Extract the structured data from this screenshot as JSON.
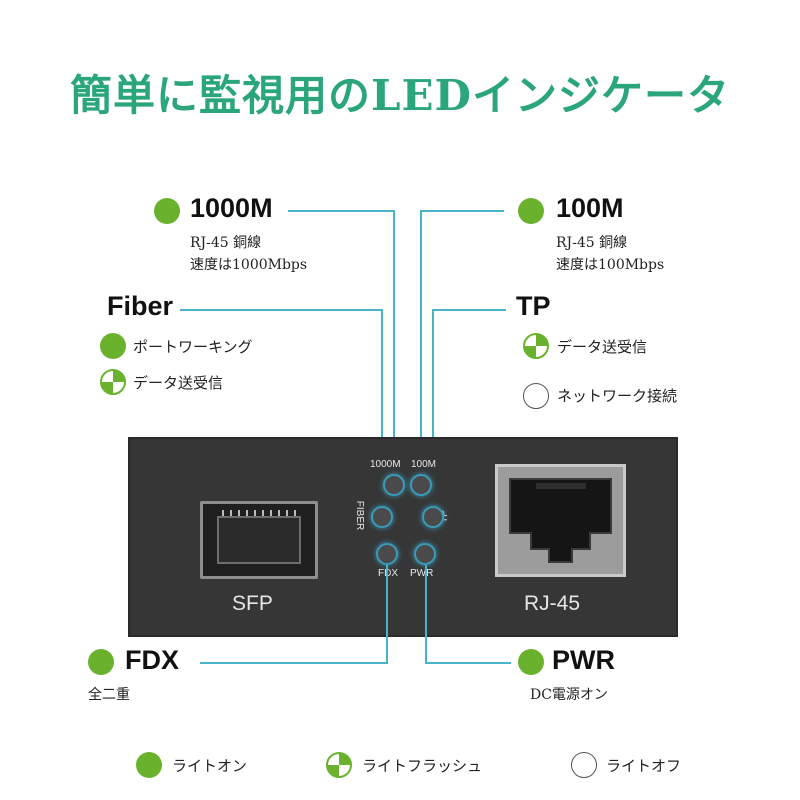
{
  "title": "簡単に監視用のLEDインジケータ",
  "led_1000m": {
    "name": "1000M",
    "line1": "RJ-45 銅線",
    "line2": "速度は1000Mbps",
    "state": "on"
  },
  "led_100m": {
    "name": "100M",
    "line1": "RJ-45 銅線",
    "line2": "速度は100Mbps",
    "state": "on"
  },
  "fiber": {
    "name": "Fiber",
    "states": [
      {
        "state": "on",
        "text": "ポートワーキング"
      },
      {
        "state": "flash",
        "text": "データ送受信"
      }
    ]
  },
  "tp": {
    "name": "TP",
    "states": [
      {
        "state": "flash",
        "text": "データ送受信"
      },
      {
        "state": "off",
        "text": "ネットワーク接続"
      }
    ]
  },
  "fdx": {
    "name": "FDX",
    "desc": "全二重",
    "state": "on"
  },
  "pwr": {
    "name": "PWR",
    "desc": "DC電源オン",
    "state": "on"
  },
  "device": {
    "led_labels": {
      "g1000m": "1000M",
      "g100m": "100M",
      "fiber": "FIBER",
      "tp": "TP",
      "fdx": "FDX",
      "pwr": "PWR"
    },
    "sfp_label": "SFP",
    "rj45_label": "RJ-45"
  },
  "legend": [
    {
      "state": "on",
      "text": "ライトオン"
    },
    {
      "state": "flash",
      "text": "ライトフラッシュ"
    },
    {
      "state": "off",
      "text": "ライトオフ"
    }
  ],
  "colors": {
    "title": "#2aa67a",
    "led_green": "#6ab22e",
    "line": "#48b3c9",
    "device": "#363636"
  }
}
